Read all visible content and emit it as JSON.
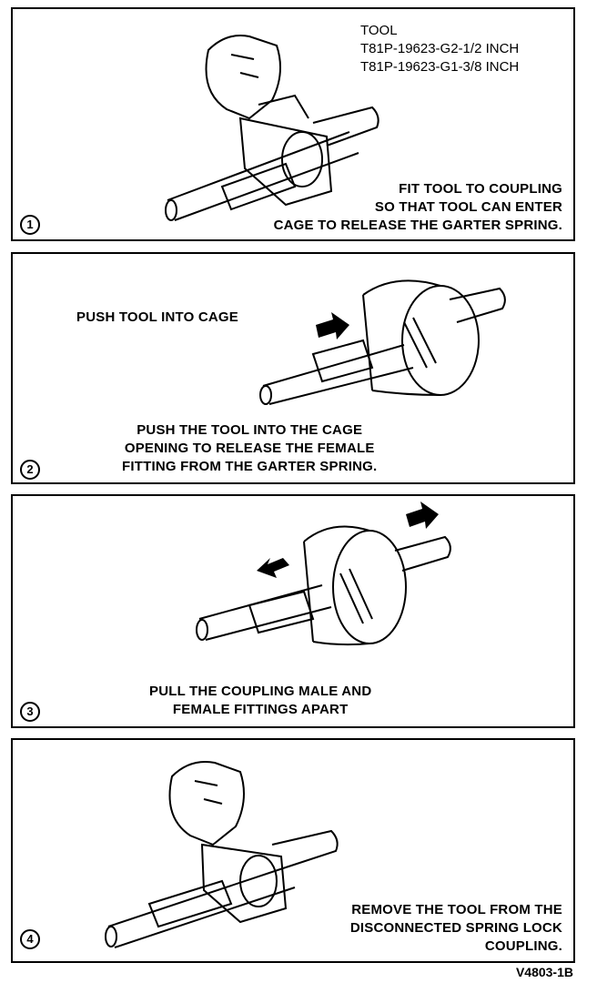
{
  "figure_id": "V4803-1B",
  "panels": [
    {
      "number": "1",
      "tool_heading": "TOOL",
      "tool_line_1": "T81P-19623-G2-1/2 INCH",
      "tool_line_2": "T81P-19623-G1-3/8 INCH",
      "caption_lines": [
        "FIT TOOL TO COUPLING",
        "SO THAT TOOL CAN ENTER",
        "CAGE TO RELEASE THE GARTER SPRING."
      ]
    },
    {
      "number": "2",
      "label": "PUSH TOOL INTO CAGE",
      "caption_lines": [
        "PUSH THE TOOL INTO THE CAGE",
        "OPENING TO RELEASE THE FEMALE",
        "FITTING FROM THE GARTER SPRING."
      ]
    },
    {
      "number": "3",
      "caption_lines": [
        "PULL THE COUPLING MALE AND",
        "FEMALE FITTINGS APART"
      ]
    },
    {
      "number": "4",
      "caption_lines": [
        "REMOVE THE TOOL FROM THE",
        "DISCONNECTED SPRING LOCK",
        "COUPLING."
      ]
    }
  ]
}
